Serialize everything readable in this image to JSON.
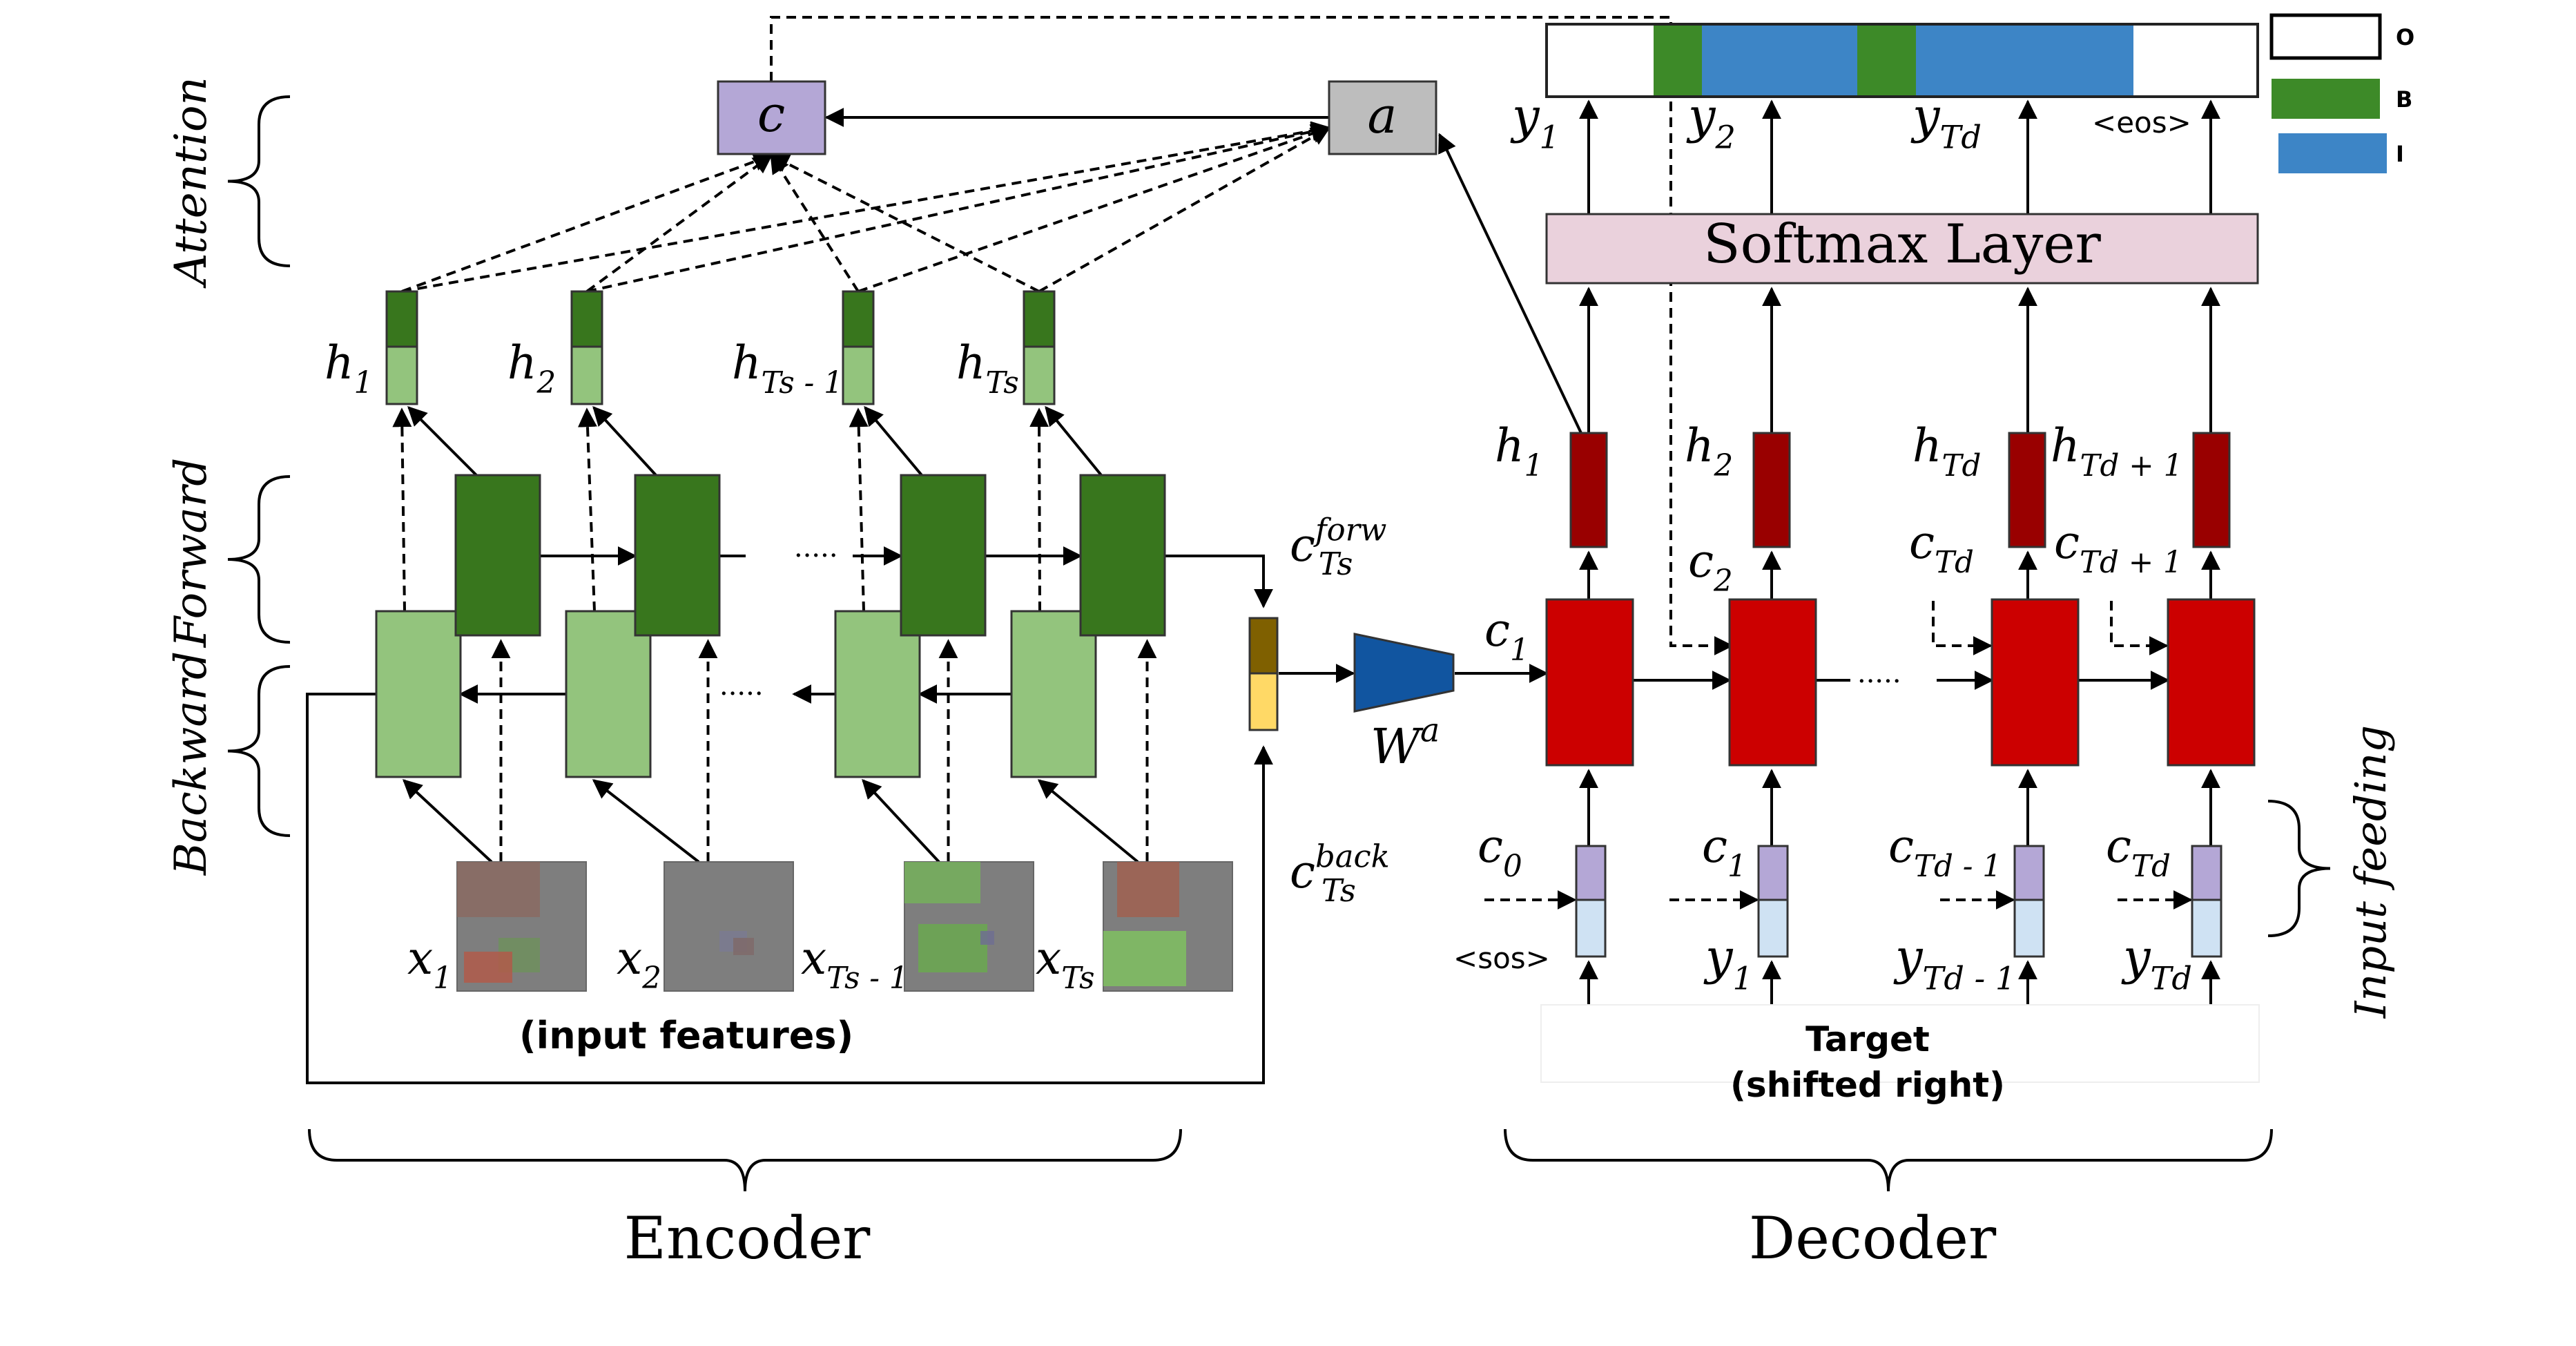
{
  "colors": {
    "lightGreen": "#93c47d",
    "darkGreen": "#38761d",
    "red": "#cc0000",
    "darkRed": "#990000",
    "lavender": "#b4a7d6",
    "paleBlue": "#cfe2f3",
    "gray": "#bdbdbd",
    "softmaxPink": "#ead1dc",
    "outputBlue": "#3d85c6",
    "outputGreen": "#3d8a28",
    "brown": "#7f6000",
    "gold": "#ffd966",
    "navy": "#1155a0"
  },
  "section_labels": {
    "attention": "Attention",
    "forward": "Forward",
    "backward": "Backward",
    "input_feeding": "Input feeding",
    "encoder": "Encoder",
    "decoder": "Decoder"
  },
  "attention": {
    "context_label": "c",
    "score_label": "a"
  },
  "encoder": {
    "input_caption": "(input features)",
    "hidden": [
      {
        "base": "h",
        "sub": "1"
      },
      {
        "base": "h",
        "sub": "2"
      },
      {
        "base": "h",
        "sub": "Ts - 1"
      },
      {
        "base": "h",
        "sub": "Ts"
      }
    ],
    "inputs": [
      {
        "base": "x",
        "sub": "1"
      },
      {
        "base": "x",
        "sub": "2"
      },
      {
        "base": "x",
        "sub": "Ts - 1"
      },
      {
        "base": "x",
        "sub": "Ts"
      }
    ],
    "dots": "·····"
  },
  "bridge": {
    "forward_state": {
      "base": "c",
      "sub": "Ts",
      "sup": "forw"
    },
    "backward_state": {
      "base": "c",
      "sub": "Ts",
      "sup": "back"
    },
    "weight": {
      "base": "W",
      "sup": "a"
    }
  },
  "decoder": {
    "softmax_label": "Softmax Layer",
    "target_caption_line1": "Target",
    "target_caption_line2": "(shifted right)",
    "outputs": [
      {
        "base": "y",
        "sub": "1"
      },
      {
        "base": "y",
        "sub": "2"
      },
      {
        "base": "y",
        "sub": "Td"
      },
      {
        "base": "<eos>",
        "sub": ""
      }
    ],
    "hidden": [
      {
        "base": "h",
        "sub": "1"
      },
      {
        "base": "h",
        "sub": "2"
      },
      {
        "base": "h",
        "sub": "Td"
      },
      {
        "base": "h",
        "sub": "Td + 1"
      }
    ],
    "contexts": [
      {
        "base": "c",
        "sub": "1"
      },
      {
        "base": "c",
        "sub": "2"
      },
      {
        "base": "c",
        "sub": "Td"
      },
      {
        "base": "c",
        "sub": "Td + 1"
      }
    ],
    "feed_contexts": [
      {
        "base": "c",
        "sub": "0"
      },
      {
        "base": "c",
        "sub": "1"
      },
      {
        "base": "c",
        "sub": "Td - 1"
      },
      {
        "base": "c",
        "sub": "Td"
      }
    ],
    "targets": [
      {
        "base": "<sos>",
        "sub": ""
      },
      {
        "base": "y",
        "sub": "1"
      },
      {
        "base": "y",
        "sub": "Td - 1"
      },
      {
        "base": "y",
        "sub": "Td"
      }
    ],
    "dots": "·····"
  },
  "legend": [
    {
      "label": "O",
      "color": "#ffffff"
    },
    {
      "label": "B",
      "color": "#3d8a28"
    },
    {
      "label": "I",
      "color": "#3d85c6"
    }
  ],
  "output_sequence": [
    "O",
    "B",
    "I",
    "B",
    "I",
    "O"
  ]
}
